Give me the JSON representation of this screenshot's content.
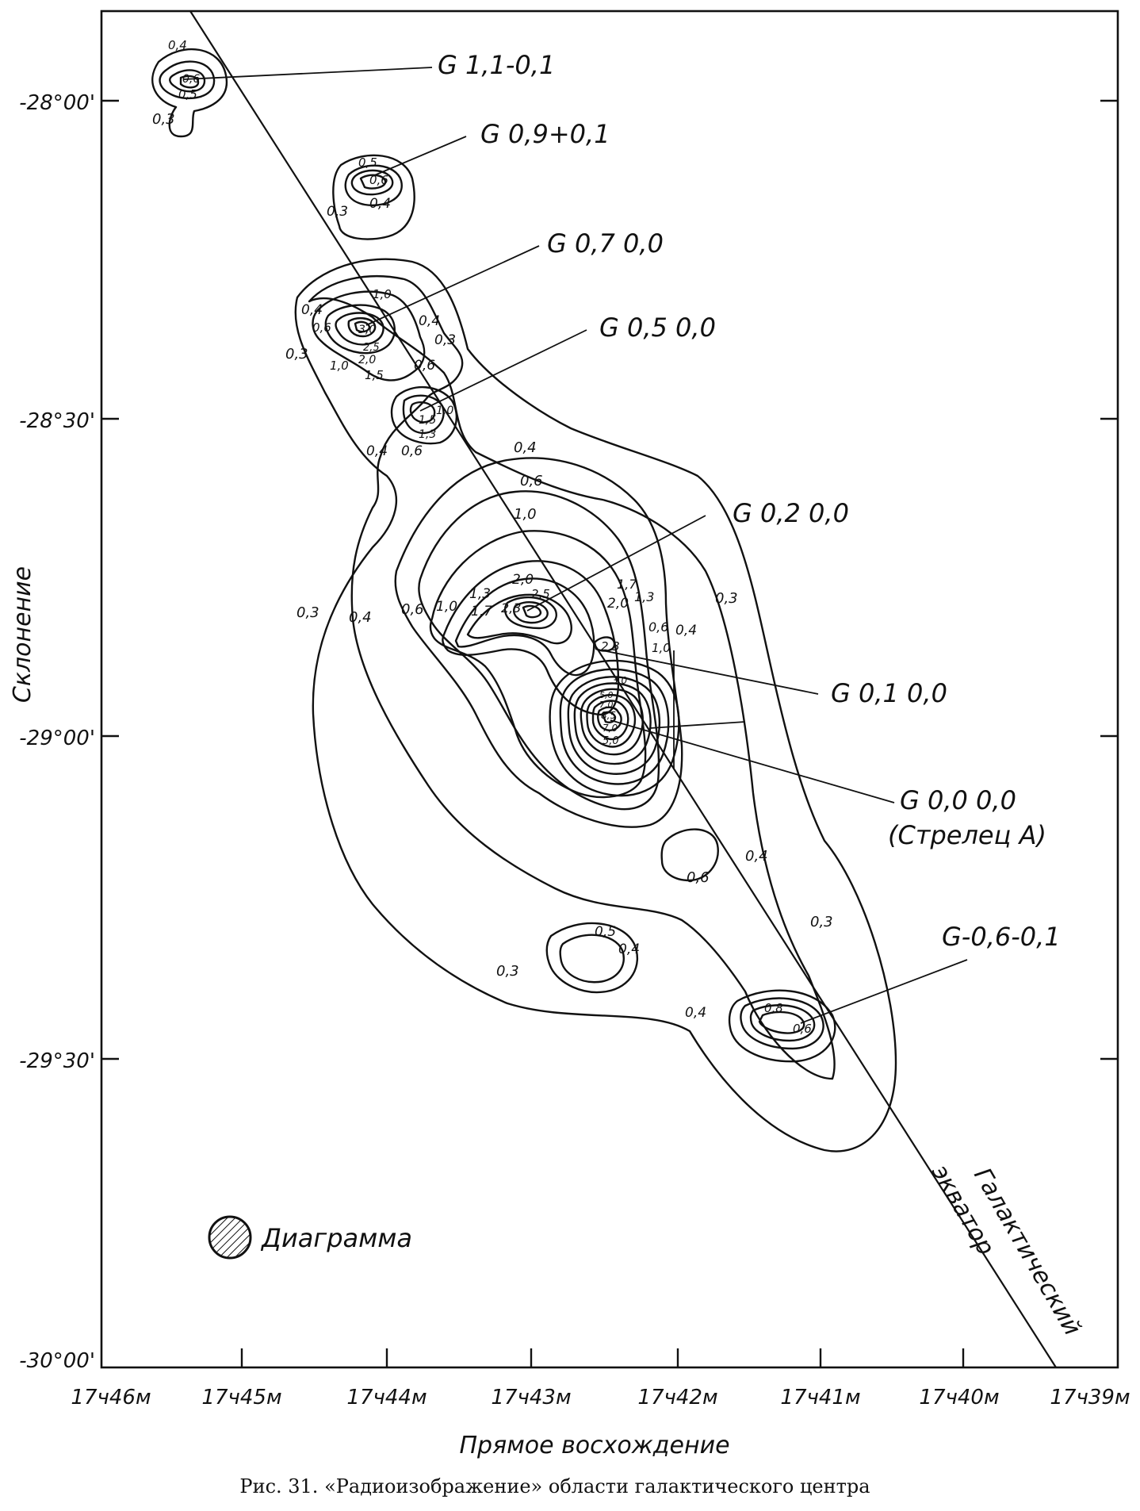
{
  "chart_data": {
    "type": "contour",
    "xlabel": "Прямое восхождение",
    "ylabel": "Склонение",
    "xlim": [
      17.77,
      17.65
    ],
    "ylim": [
      -30.0,
      -27.85
    ],
    "x_ticks": [
      {
        "value": 17.7667,
        "label": "17ч46м"
      },
      {
        "value": 17.75,
        "label": "17ч45м"
      },
      {
        "value": 17.7333,
        "label": "17ч44м"
      },
      {
        "value": 17.7167,
        "label": "17ч43м"
      },
      {
        "value": 17.7,
        "label": "17ч42м"
      },
      {
        "value": 17.6833,
        "label": "17ч41м"
      },
      {
        "value": 17.6667,
        "label": "17ч40м"
      },
      {
        "value": 17.65,
        "label": "17ч39м"
      }
    ],
    "y_ticks": [
      {
        "value": -28.0,
        "label": "-28°00'"
      },
      {
        "value": -28.5,
        "label": "-28°30'"
      },
      {
        "value": -29.0,
        "label": "-29°00'"
      },
      {
        "value": -29.5,
        "label": "-29°30'"
      },
      {
        "value": -30.0,
        "label": "-30°00'"
      }
    ],
    "sources": [
      {
        "name": "G 1,1-0,1"
      },
      {
        "name": "G 0,9+0,1"
      },
      {
        "name": "G 0,7 0,0"
      },
      {
        "name": "G 0,5 0,0"
      },
      {
        "name": "G 0,2 0,0"
      },
      {
        "name": "G 0,1 0,0"
      },
      {
        "name": "G 0,0 0,0"
      },
      {
        "name": "(Стрелец А)"
      },
      {
        "name": "G-0,6-0,1"
      }
    ],
    "contour_labels": [
      "0,3",
      "0,4",
      "0,5",
      "0,6",
      "0,8",
      "1,0",
      "1,3",
      "1,5",
      "1,7",
      "2,0",
      "2,3",
      "2,5",
      "3,0",
      "5,0",
      "7,0",
      "8,5"
    ],
    "equator_label": [
      "Галактический",
      "экватор"
    ],
    "beam_label": "Диаграмма"
  },
  "caption": "Рис. 31. «Радиоизображение» области галактического центра"
}
